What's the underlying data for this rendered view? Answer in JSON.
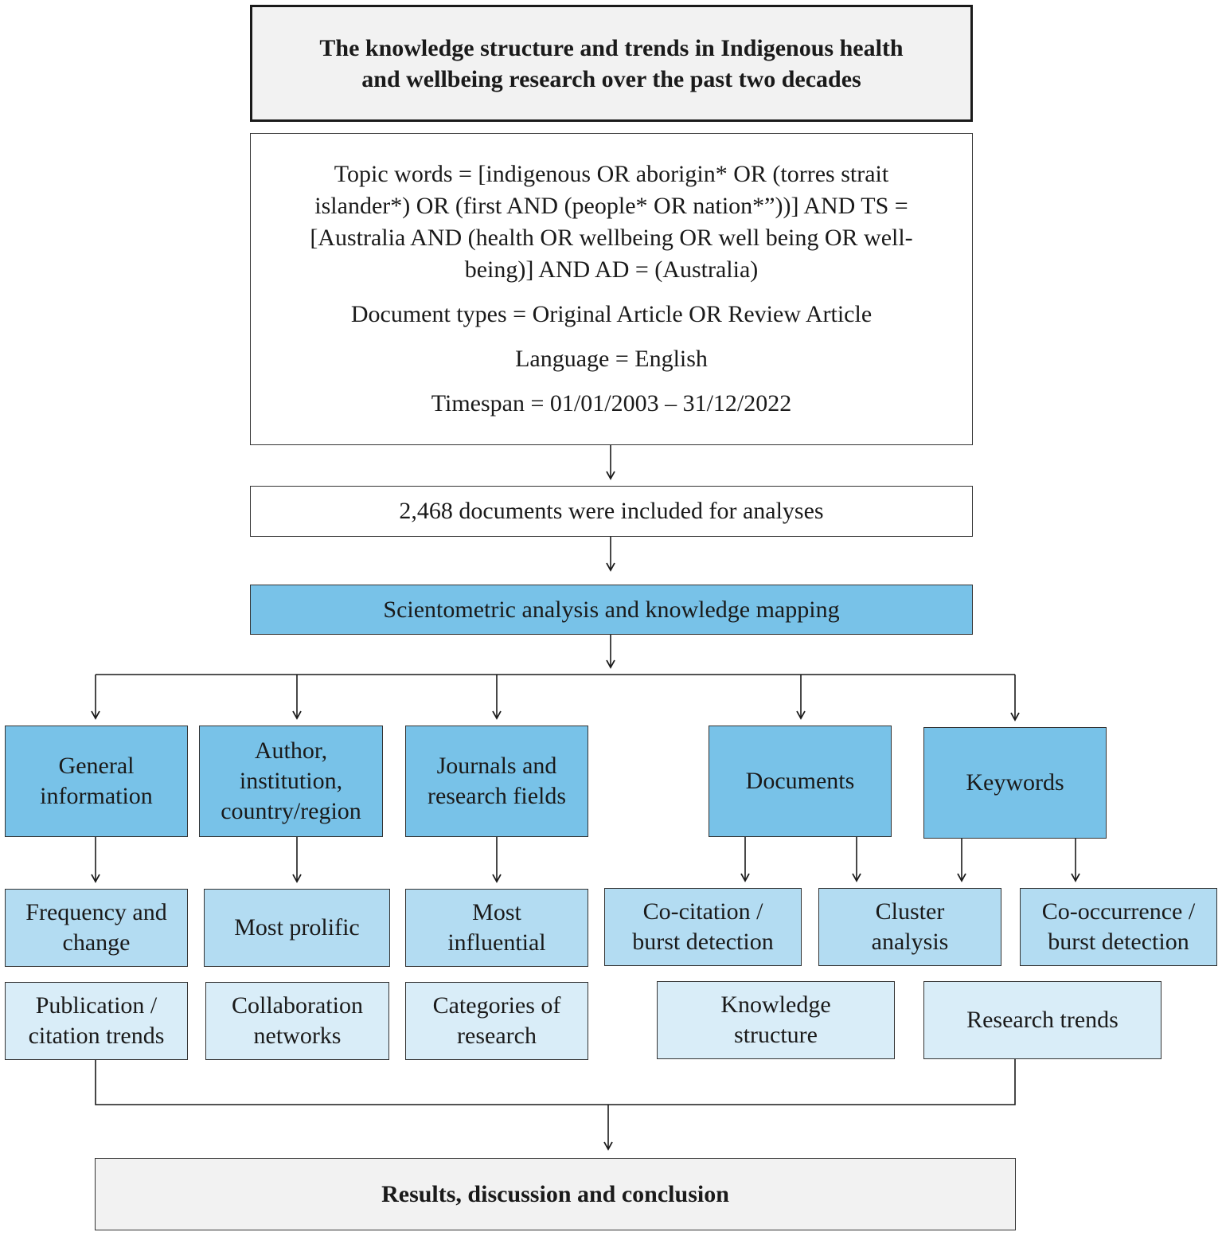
{
  "title": {
    "line1": "The knowledge structure and trends in Indigenous health",
    "line2": "and wellbeing research over the past two decades"
  },
  "query": {
    "topic_line1": "Topic words = [indigenous OR aborigin* OR (torres strait",
    "topic_line2": "islander*) OR (first AND (people* OR nation*”))] AND TS =",
    "topic_line3": "[Australia AND (health OR wellbeing OR well being OR well-",
    "topic_line4": "being)] AND AD =  (Australia)",
    "document_types": "Document types = Original Article OR Review Article",
    "language": "Language = English",
    "timespan": "Timespan = 01/01/2003 – 31/12/2022"
  },
  "included": "2,468 documents were included for analyses",
  "analysis": "Scientometric analysis and knowledge mapping",
  "categories": {
    "general": {
      "line1": "General",
      "line2": "information"
    },
    "author": {
      "line1": "Author,",
      "line2": "institution,",
      "line3": "country/region"
    },
    "journals": {
      "line1": "Journals and",
      "line2": "research fields"
    },
    "documents": "Documents",
    "keywords": "Keywords"
  },
  "methods": {
    "frequency": {
      "line1": "Frequency and",
      "line2": "change"
    },
    "prolific": "Most prolific",
    "influential": {
      "line1": "Most",
      "line2": "influential"
    },
    "cocitation": {
      "line1": "Co-citation /",
      "line2": "burst detection"
    },
    "cluster": {
      "line1": "Cluster",
      "line2": "analysis"
    },
    "cooccurrence": {
      "line1": "Co-occurrence /",
      "line2": "burst detection"
    }
  },
  "outputs": {
    "publication": {
      "line1": "Publication /",
      "line2": "citation trends"
    },
    "collaboration": {
      "line1": "Collaboration",
      "line2": "networks"
    },
    "categories_research": {
      "line1": "Categories of",
      "line2": "research"
    },
    "knowledge": {
      "line1": "Knowledge",
      "line2": "structure"
    },
    "trends": "Research trends"
  },
  "conclusion": "Results, discussion and conclusion",
  "colors": {
    "category_fill": "#78c2e8",
    "method_fill": "#b3dcf2",
    "output_fill": "#d9edf8",
    "header_fill": "#f2f2f2"
  }
}
